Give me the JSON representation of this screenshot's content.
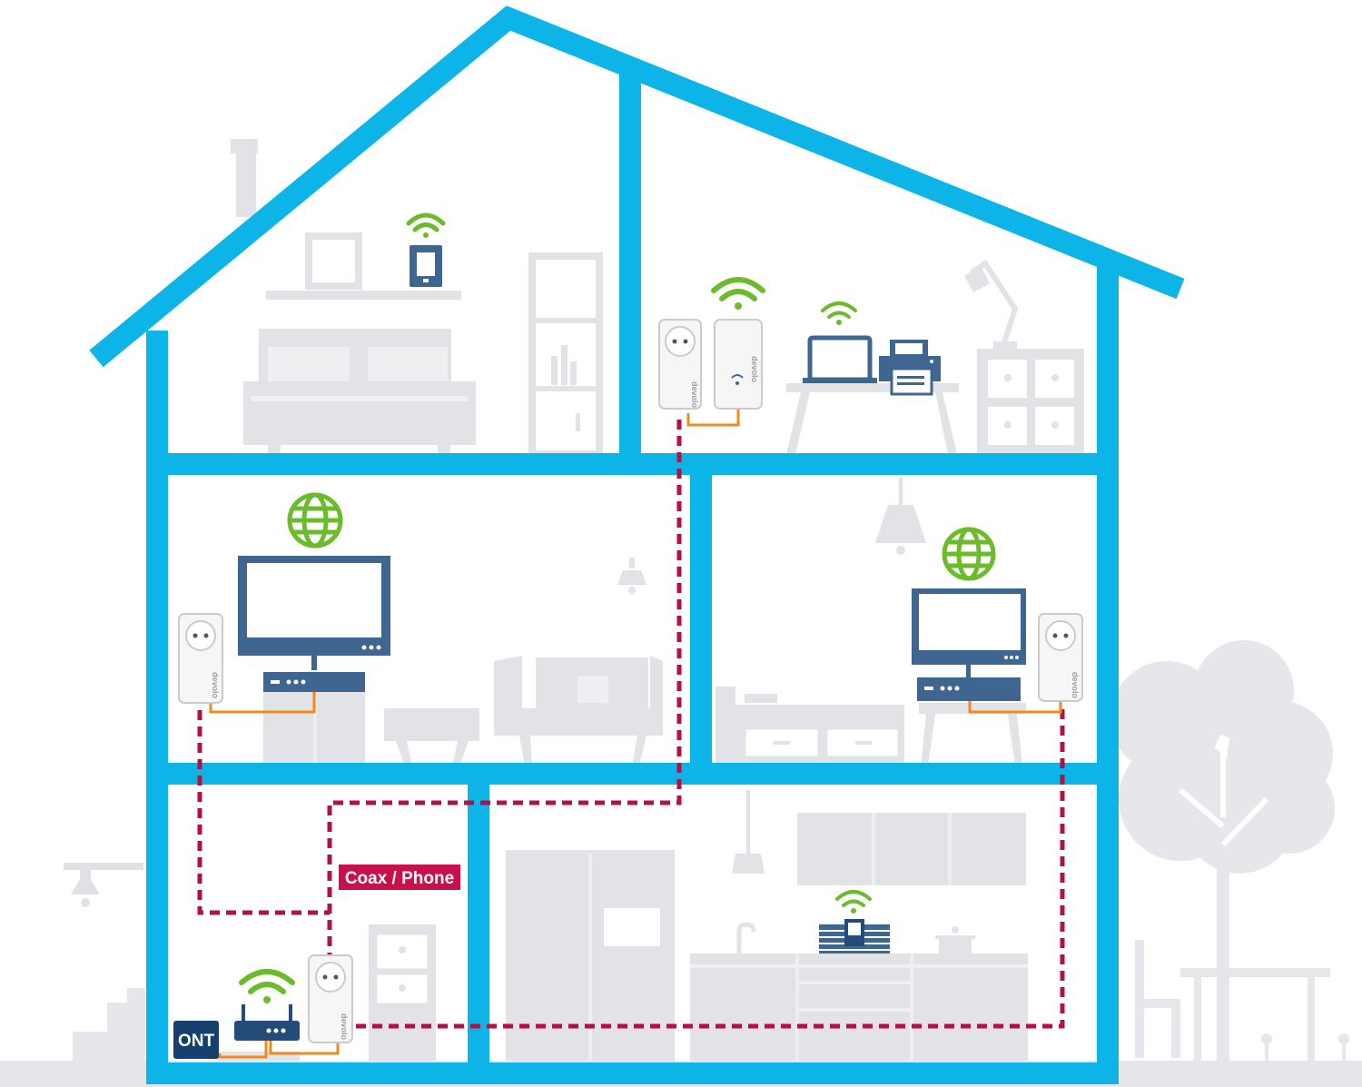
{
  "labels": {
    "ont": "ONT",
    "coax_phone": "Coax / Phone",
    "brand": "devolo"
  },
  "colors": {
    "frame": "#0db4e8",
    "furniture": "#e2e3e6",
    "furniture_dark": "#d3d5d9",
    "device_blue": "#3f6691",
    "device_dark": "#244c7b",
    "wifi_green": "#6cbb2c",
    "cable_red": "#b11246",
    "cable_orange": "#f08a1c",
    "adapter_white": "#f6f6f6",
    "ont_bg": "#153f6d",
    "label_bg": "#c8114b"
  },
  "icons": {
    "wifi": "wifi-icon",
    "globe": "globe-icon",
    "router": "router-icon",
    "powerline_adapter": "powerline-adapter-icon",
    "powerline_wifi_adapter": "powerline-wifi-adapter-icon"
  }
}
